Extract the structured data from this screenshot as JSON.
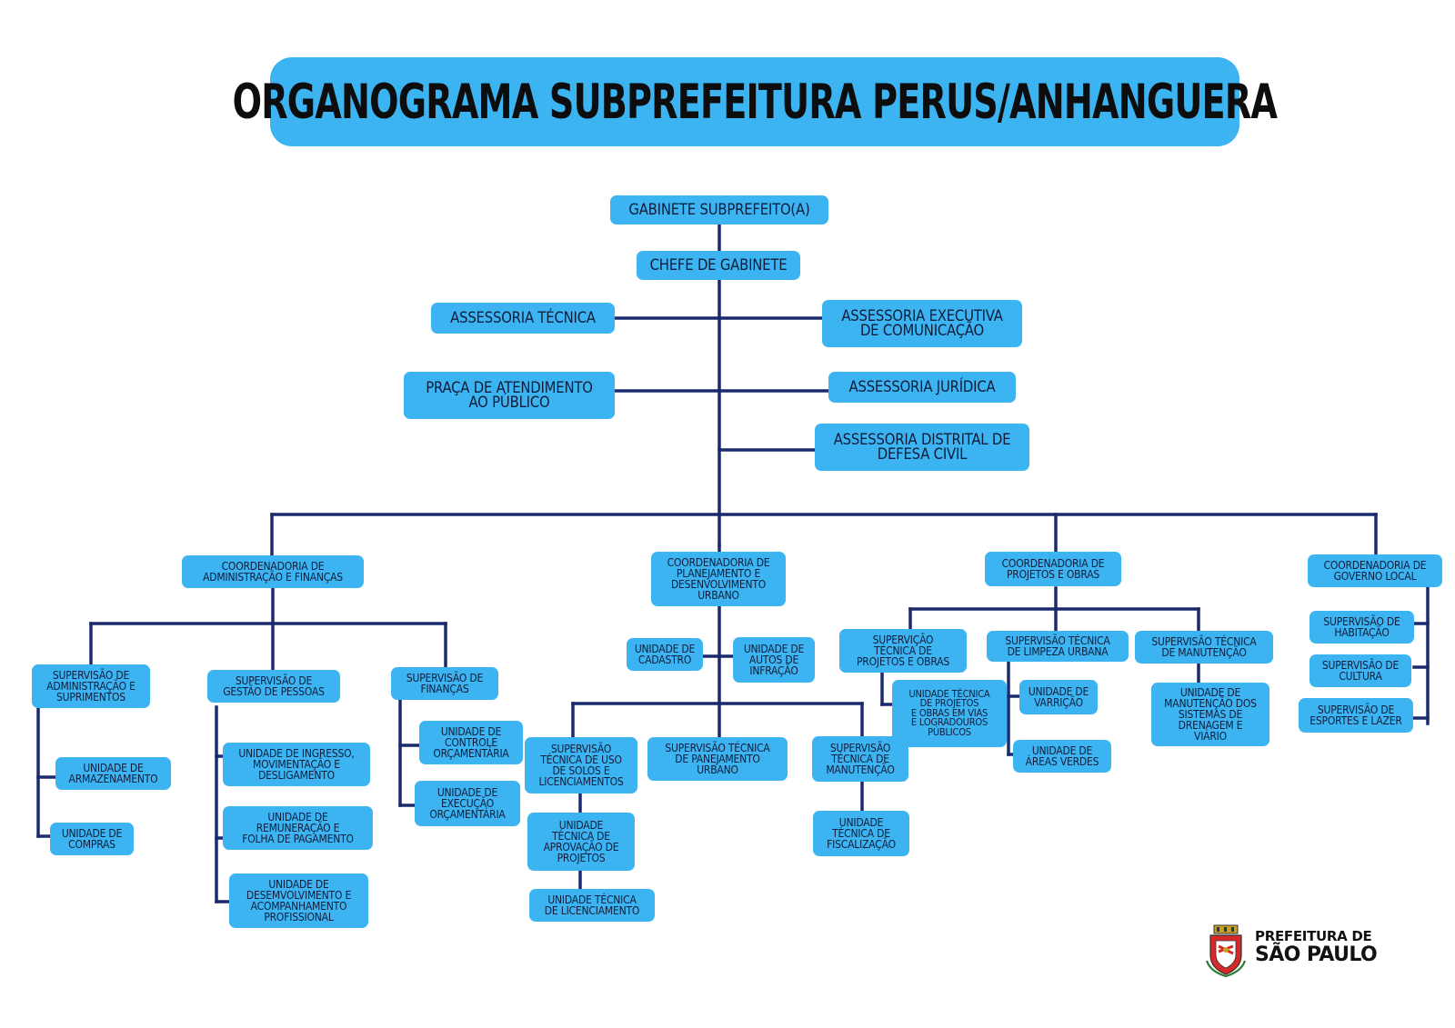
{
  "title": "ORGANOGRAMA SUBPREFEITURA PERUS/ANHANGUERA",
  "colors": {
    "box": "#3db4f2",
    "line": "#1b2a6e",
    "text": "#0f1d3a"
  },
  "nodes": {
    "gabinete": "GABINETE SUBPREFEITO(A)",
    "chefe": "CHEFE DE GABINETE",
    "ass_tecnica": "ASSESSORIA TÉCNICA",
    "ass_executiva": "ASSESSORIA EXECUTIVA\nDE COMUNICAÇÃO",
    "praca": "PRAÇA DE ATENDIMENTO\nAO PÚBLICO",
    "ass_juridica": "ASSESSORIA JURÍDICA",
    "ass_distrital": "ASSESSORIA DISTRITAL DE\nDEFESA CIVIL",
    "coord_adm": "COORDENADORIA DE\nADMINISTRAÇÃO E FINANÇAS",
    "coord_plan": "COORDENADORIA DE\nPLANEJAMENTO E\nDESENVOLVIMENTO\nURBANO",
    "coord_proj": "COORDENADORIA DE\nPROJETOS E OBRAS",
    "coord_gov": "COORDENADORIA DE\nGOVERNO LOCAL",
    "sup_adm": "SUPERVISÃO DE\nADMINISTRAÇÃO E\nSUPRIMENTOS",
    "un_armaz": "UNIDADE DE\nARMAZENAMENTO",
    "un_compras": "UNIDADE DE\nCOMPRAS",
    "sup_gestao": "SUPERVISÃO DE\nGESTÃO DE PESSOAS",
    "un_ingresso": "UNIDADE DE INGRESSO,\nMOVIMENTAÇÃO E\nDESLIGAMENTO",
    "un_remun": "UNIDADE DE\nREMUNERAÇÃO E\nFOLHA DE PAGAMENTO",
    "un_desenv": "UNIDADE DE\nDESEMVOLVIMENTO E\nACOMPANHAMENTO\nPROFISSIONAL",
    "sup_fin": "SUPERVISÃO DE\nFINANÇAS",
    "un_controle": "UNIDADE DE\nCONTROLE\nORÇAMENTÁRIA",
    "un_execucao": "UNIDADE DE\nEXECUÇÃO\nORÇAMENTÁRIA",
    "un_cadastro": "UNIDADE DE\nCADASTRO",
    "un_autos": "UNIDADE DE\nAUTOS DE\nINFRAÇÃO",
    "sup_uso": "SUPERVISÃO\nTÉCNICA DE USO\nDE SOLOS E\nLICENCIAMENTOS",
    "un_aprov": "UNIDADE\nTÉCNICA DE\nAPROVAÇÃO DE\nPROJETOS",
    "un_lic": "UNIDADE TÉCNICA\nDE LICENCIAMENTO",
    "sup_panej": "SUPERVISÃO TÉCNICA\nDE PANEJAMENTO\nURBANO",
    "sup_manut_plan": "SUPERVISÃO\nTÉCNICA DE\nMANUTENÇÃO",
    "un_fisc": "UNIDADE\nTÉCNICA DE\nFISCALIZAÇÃO",
    "sup_proj": "SUPERVIÇÃO\nTÉCNICA DE\nPROJETOS E OBRAS",
    "un_proj_vias": "UNIDADE TÉCNICA\nDE PROJETOS\nE OBRAS EM VIAS\nE LOGRADOUROS\nPÚBLICOS",
    "sup_limpeza": "SUPERVISÃO TÉCNICA\nDE LIMPEZA URBANA",
    "un_varricao": "UNIDADE DE\nVARRIÇÃO",
    "un_areas": "UNIDADE DE\nÁREAS VERDES",
    "sup_manut_proj": "SUPERVISÃO TÉCNICA\nDE MANUTENÇÃO",
    "un_manut_drenagem": "UNIDADE DE\nMANUTENÇÃO DOS\nSISTEMAS DE\nDRENAGEM E\nVIÁRIO",
    "sup_hab": "SUPERVISÃO DE\nHABITAÇÃO",
    "sup_cult": "SUPERVISÃO DE\nCULTURA",
    "sup_esportes": "SUPERVISÃO DE\nESPORTES E LAZER"
  },
  "logo": {
    "line1": "PREFEITURA DE",
    "line2": "SÃO PAULO",
    "icon": "sao-paulo-coat-of-arms-icon"
  }
}
